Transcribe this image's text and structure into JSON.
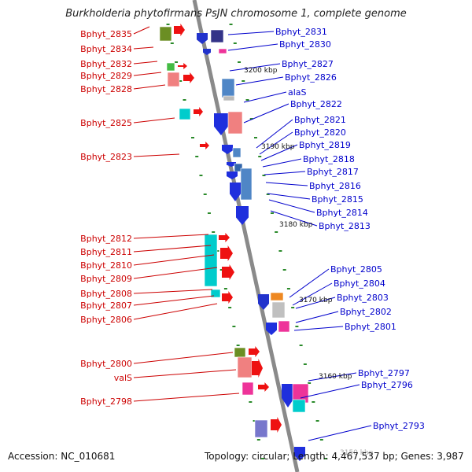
{
  "title": "Burkholderia phytofirmans PsJN chromosome 1, complete genome",
  "accession": "Accession: NC_010681",
  "topology": "Topology: circular; Length: 4,467,537 bp; Genes: 3,987",
  "colors": {
    "left_label": "#cc0000",
    "right_label": "#0000cc",
    "axis": "#888888",
    "dots": "#2a8a2a"
  },
  "kbp_marks": [
    "3200 kbp",
    "3190 kbp",
    "3180 kbp",
    "3170 kbp",
    "3160 kbp",
    "3150 kbp"
  ],
  "left_genes": [
    "Bphyt_2835",
    "Bphyt_2834",
    "Bphyt_2832",
    "Bphyt_2829",
    "Bphyt_2828",
    "Bphyt_2825",
    "Bphyt_2823",
    "Bphyt_2812",
    "Bphyt_2811",
    "Bphyt_2810",
    "Bphyt_2809",
    "Bphyt_2808",
    "Bphyt_2807",
    "Bphyt_2806",
    "Bphyt_2800",
    "valS",
    "Bphyt_2798"
  ],
  "right_genes": [
    "Bphyt_2831",
    "Bphyt_2830",
    "Bphyt_2827",
    "Bphyt_2826",
    "alaS",
    "Bphyt_2822",
    "Bphyt_2821",
    "Bphyt_2820",
    "Bphyt_2819",
    "Bphyt_2818",
    "Bphyt_2817",
    "Bphyt_2816",
    "Bphyt_2815",
    "Bphyt_2814",
    "Bphyt_2813",
    "Bphyt_2805",
    "Bphyt_2804",
    "Bphyt_2803",
    "Bphyt_2802",
    "Bphyt_2801",
    "Bphyt_2797",
    "Bphyt_2796",
    "Bphyt_2793"
  ]
}
